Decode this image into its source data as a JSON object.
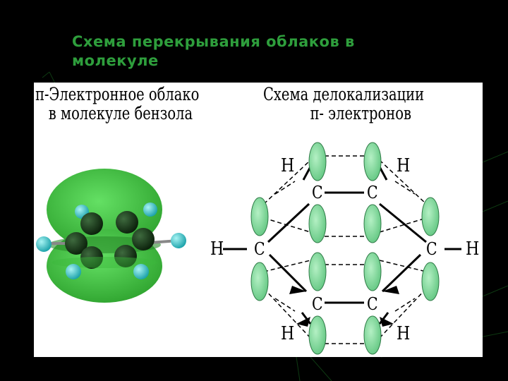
{
  "slide": {
    "title_line1": "Схема перекрывания облаков в",
    "title_line2": "молекуле"
  },
  "left_caption": {
    "line1": "π-Электронное облако",
    "line2": "в молекуле бензола"
  },
  "right_caption": {
    "line1": "Схема делокализации",
    "line2": "π- электронов"
  },
  "atoms": {
    "h_label": "H",
    "c_label": "C"
  },
  "colors": {
    "title": "#2e9e3c",
    "cloud": "#3cc43c",
    "lobe": "#7ad89a",
    "hydrogen": "#3cc8c8",
    "carbon": "#1a3a1a"
  }
}
